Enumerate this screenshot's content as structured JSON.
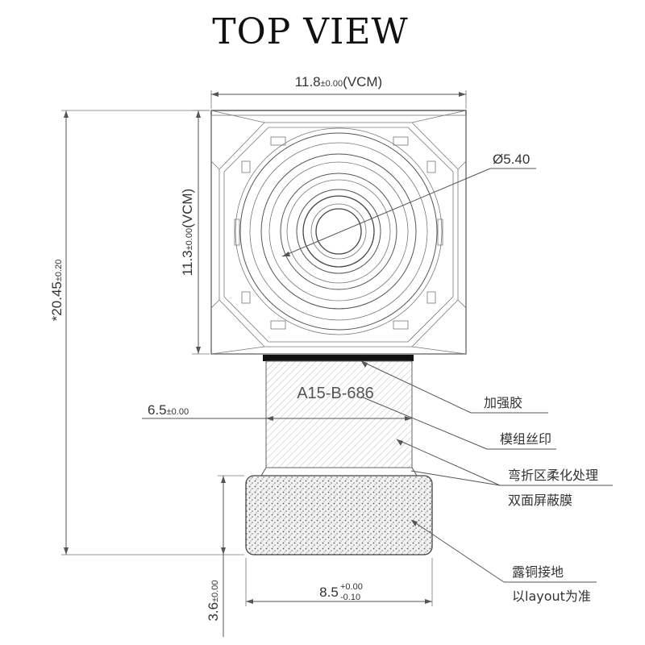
{
  "title": "TOP VIEW",
  "dimensions": {
    "width_vcm": {
      "value": "11.8",
      "tol": "±0.00",
      "suffix": "(VCM)"
    },
    "height_vcm": {
      "value": "11.3",
      "tol": "±0.00",
      "suffix": "(VCM)"
    },
    "total_length": {
      "prefix": "*",
      "value": "20.45",
      "tol": "±0.20"
    },
    "fpc_width": {
      "value": "6.5",
      "tol": "±0.00"
    },
    "connector_width": {
      "value": "8.5",
      "tol_upper": "+0.00",
      "tol_lower": "-0.10"
    },
    "connector_length": {
      "value": "3.6",
      "tol": "±0.00"
    },
    "lens_diameter": "Ø5.40"
  },
  "silkscreen_text": "A15-B-686",
  "annotations": [
    "加强胶",
    "模组丝印",
    "弯折区柔化处理",
    "双面屏蔽膜",
    "露铜接地",
    "以layout为准"
  ]
}
